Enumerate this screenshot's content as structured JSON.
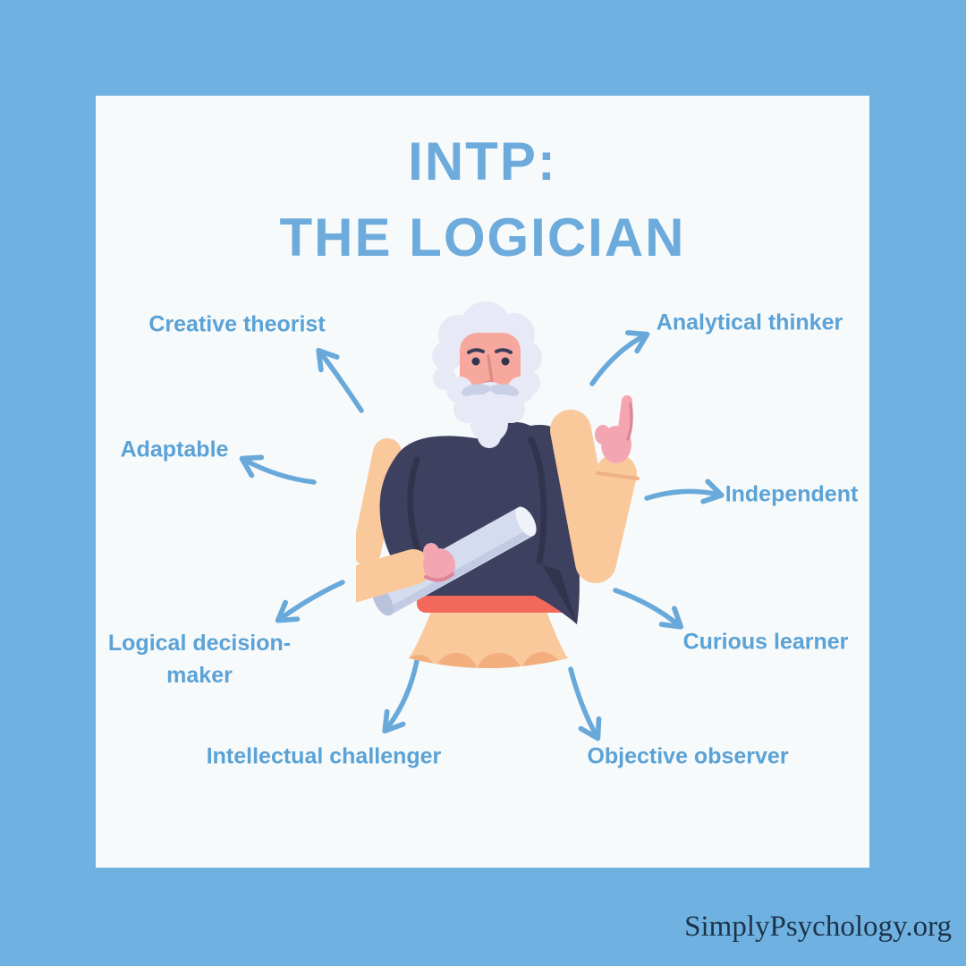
{
  "title": {
    "line1": "INTP:",
    "line2": "THE LOGICIAN"
  },
  "traits": [
    {
      "id": "creative-theorist",
      "label": "Creative theorist"
    },
    {
      "id": "analytical-thinker",
      "label": "Analytical thinker"
    },
    {
      "id": "adaptable",
      "label": "Adaptable"
    },
    {
      "id": "independent",
      "label": "Independent"
    },
    {
      "id": "logical-decision-maker",
      "label": "Logical decision-maker"
    },
    {
      "id": "curious-learner",
      "label": "Curious learner"
    },
    {
      "id": "intellectual-challenger",
      "label": "Intellectual challenger"
    },
    {
      "id": "objective-observer",
      "label": "Objective observer"
    }
  ],
  "illustration": {
    "name": "philosopher-statue-illustration"
  },
  "footer": {
    "brand": "SimplyPsychology.org"
  },
  "colors": {
    "border_blue": "#6fb2e1",
    "card_background": "#f7fafb",
    "title_blue": "#6cabdc",
    "label_blue": "#5ba2d6",
    "arrow_blue": "#68a9da",
    "brand_navy": "#1d3349",
    "cloak_navy": "#3e4060",
    "skin_peach": "#f9c89b",
    "hand_pink": "#f3a6b1",
    "belt_coral": "#f2695c",
    "hair_white": "#e7eaf6"
  }
}
